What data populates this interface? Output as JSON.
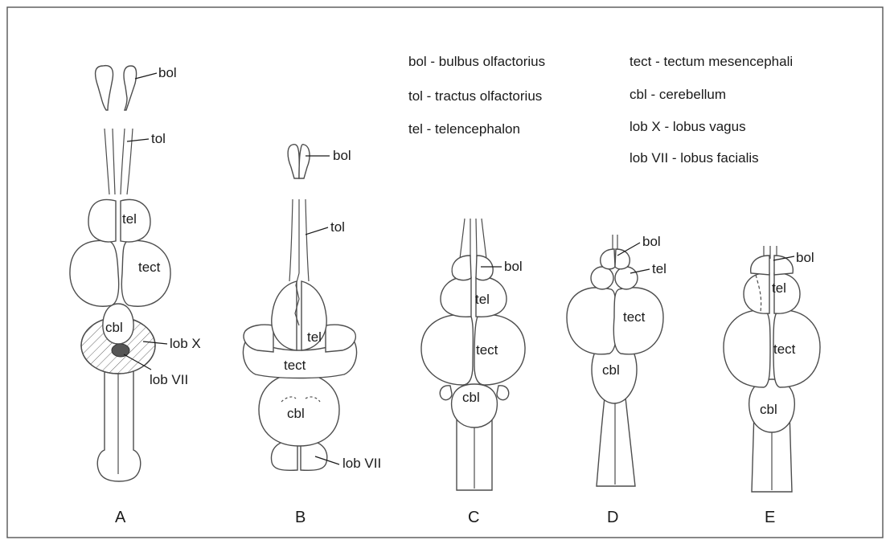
{
  "legend": [
    {
      "abbr": "bol",
      "full": "bol - bulbus olfactorius"
    },
    {
      "abbr": "tol",
      "full": "tol - tractus olfactorius"
    },
    {
      "abbr": "tel",
      "full": "tel - telencephalon"
    },
    {
      "abbr": "tect",
      "full": "tect - tectum mesencephali"
    },
    {
      "abbr": "cbl",
      "full": "cbl - cerebellum"
    },
    {
      "abbr": "lob X",
      "full": "lob X - lobus vagus"
    },
    {
      "abbr": "lob VII",
      "full": "lob VII - lobus facialis"
    }
  ],
  "panels": [
    {
      "letter": "A",
      "labels": {
        "bol": "bol",
        "tol": "tol",
        "tel": "tel",
        "tect": "tect",
        "cbl": "cbl",
        "lobX": "lob X",
        "lobVII": "lob VII"
      }
    },
    {
      "letter": "B",
      "labels": {
        "bol": "bol",
        "tol": "tol",
        "tel": "tel",
        "tect": "tect",
        "cbl": "cbl",
        "lobVII": "lob VII"
      }
    },
    {
      "letter": "C",
      "labels": {
        "bol": "bol",
        "tel": "tel",
        "tect": "tect",
        "cbl": "cbl"
      }
    },
    {
      "letter": "D",
      "labels": {
        "bol": "bol",
        "tel": "tel",
        "tect": "tect",
        "cbl": "cbl"
      }
    },
    {
      "letter": "E",
      "labels": {
        "bol": "bol",
        "tel": "tel",
        "tect": "tect",
        "cbl": "cbl"
      }
    }
  ]
}
